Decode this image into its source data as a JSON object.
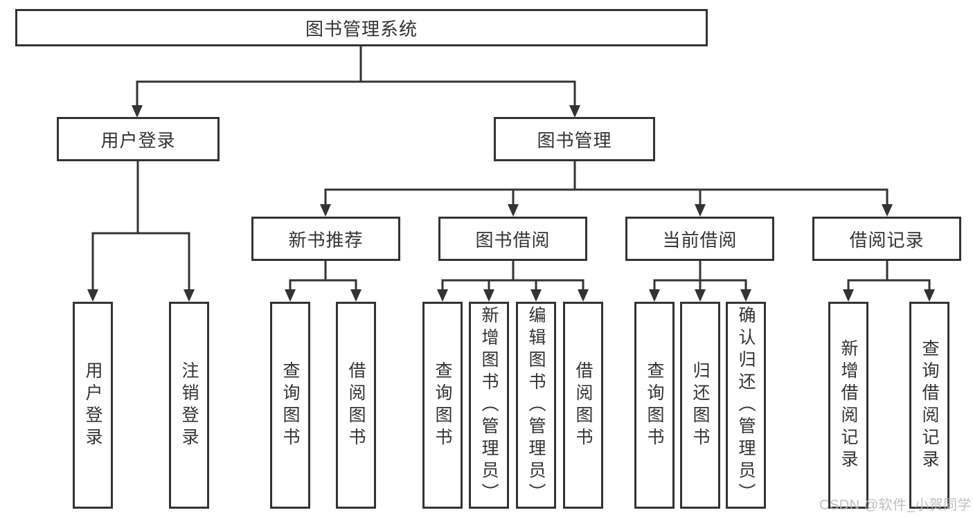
{
  "diagram": {
    "root": {
      "label": "图书管理系统"
    },
    "level1": [
      {
        "label": "用户登录"
      },
      {
        "label": "图书管理"
      }
    ],
    "level2": [
      {
        "label": "新书推荐"
      },
      {
        "label": "图书借阅"
      },
      {
        "label": "当前借阅"
      },
      {
        "label": "借阅记录"
      }
    ],
    "leaves": [
      {
        "label": "用户登录"
      },
      {
        "label": "注销登录"
      },
      {
        "label": "查询图书"
      },
      {
        "label": "借阅图书"
      },
      {
        "label": "查询图书"
      },
      {
        "label": "新增图书（管理员）"
      },
      {
        "label": "编辑图书（管理员）"
      },
      {
        "label": "借阅图书"
      },
      {
        "label": "查询图书"
      },
      {
        "label": "归还图书"
      },
      {
        "label": "确认归还（管理员）"
      },
      {
        "label": "新增借阅记录"
      },
      {
        "label": "查询借阅记录"
      }
    ],
    "watermark": "CSDN @软件_小贺同学",
    "colors": {
      "line": "#333333",
      "box_background": "#ffffff",
      "text": "#333333",
      "watermark": "#b9b9b9"
    }
  }
}
